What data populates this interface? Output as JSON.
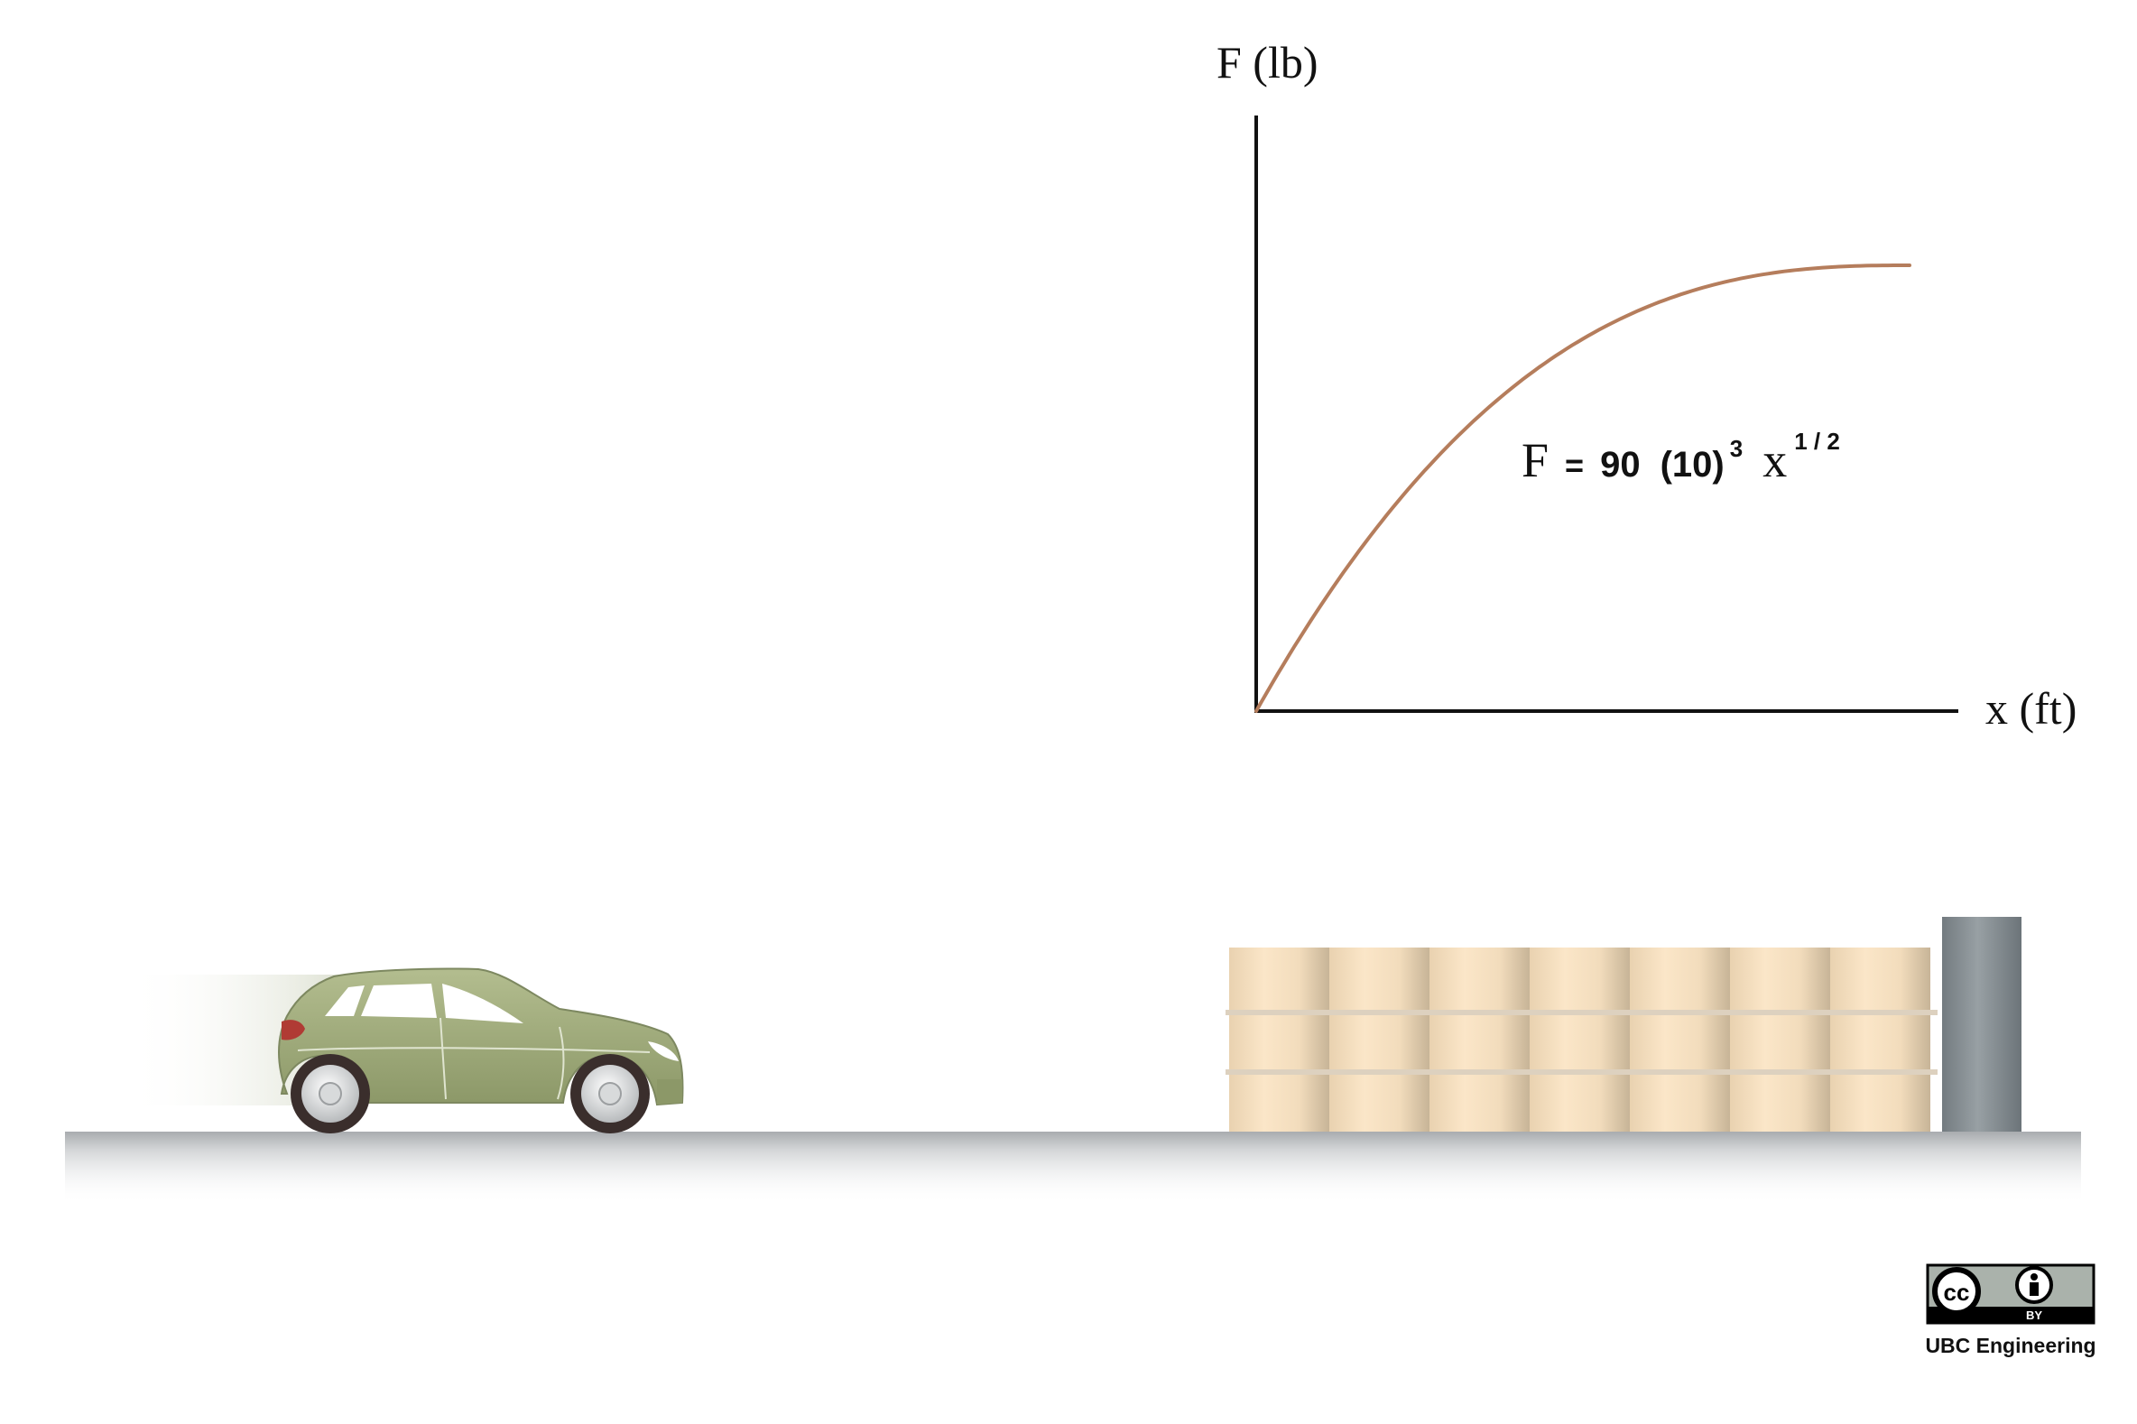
{
  "graph": {
    "y_axis_label": "F (lb)",
    "x_axis_label": "x (ft)",
    "equation": {
      "lhs": "F",
      "eq": "=",
      "coef": "90",
      "base": "(10)",
      "base_exp": "3",
      "var": "x",
      "var_exp": "1 / 2"
    }
  },
  "chart_data": {
    "type": "line",
    "title": "",
    "xlabel": "x (ft)",
    "ylabel": "F (lb)",
    "series": [
      {
        "name": "F = 90 (10)^3 x^(1/2)",
        "function": "F = 90 (10)^3 x^(1/2)"
      }
    ],
    "curve_color": "#b57d5c"
  },
  "scene": {
    "car_color": "#9ca877",
    "barrel_color": "#f3dcbc",
    "barrel_count": 7,
    "wall_color": "#7f878c",
    "ground_color": "#c9cbcd"
  },
  "license": {
    "badge_cc": "cc",
    "badge_by": "BY",
    "credit": "UBC Engineering"
  }
}
